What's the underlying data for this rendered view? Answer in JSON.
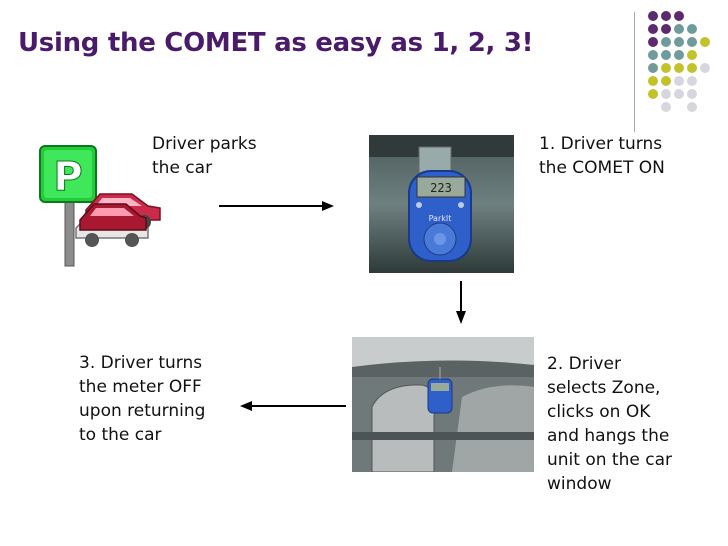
{
  "slide": {
    "title": "Using the COMET as easy as 1, 2, 3!",
    "colors": {
      "title": "#4a1a6b",
      "dot_purple": "#5c2a6e",
      "dot_teal": "#6e9b9b",
      "dot_olive": "#c4c22a",
      "dot_gray": "#d6d6df"
    },
    "parking_sign": {
      "letter": "P"
    },
    "device": {
      "brand": "ParkIt",
      "display": "223"
    },
    "steps": {
      "parks": {
        "lines": [
          "Driver parks",
          "the car"
        ]
      },
      "turn_on": {
        "lines": [
          "1. Driver turns",
          "the COMET ON"
        ]
      },
      "select_zone": {
        "lines": [
          "2. Driver",
          "selects Zone,",
          "clicks on OK",
          "and hangs the",
          "unit on the car",
          "window"
        ]
      },
      "turn_off": {
        "lines": [
          "3. Driver turns",
          "the meter OFF",
          "upon returning",
          "to the car"
        ]
      }
    }
  }
}
